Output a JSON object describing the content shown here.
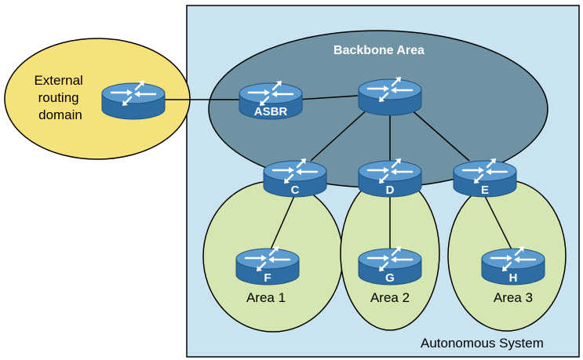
{
  "external": {
    "label_lines": [
      "External",
      "routing",
      "domain"
    ]
  },
  "backbone": {
    "title": "Backbone Area"
  },
  "autonomous_system": {
    "label": "Autonomous System"
  },
  "areas": [
    {
      "label": "Area 1"
    },
    {
      "label": "Area 2"
    },
    {
      "label": "Area 3"
    }
  ],
  "routers": {
    "asbr": {
      "label": "ASBR"
    },
    "core": {
      "label": ""
    },
    "c": {
      "label": "C"
    },
    "d": {
      "label": "D"
    },
    "e": {
      "label": "E"
    },
    "f": {
      "label": "F"
    },
    "g": {
      "label": "G"
    },
    "h": {
      "label": "H"
    },
    "external": {
      "label": ""
    }
  },
  "colors": {
    "as_fill": "#c9e3f0",
    "backbone_fill": "#6f93a3",
    "area_fill": "#d6e6b0",
    "external_fill": "#f6e27a",
    "router_top": "#5b9bd0",
    "router_side": "#2e6da4"
  }
}
